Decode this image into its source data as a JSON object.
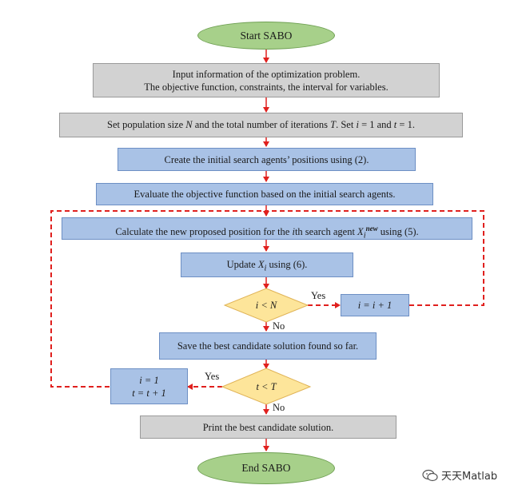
{
  "nodes": {
    "start": "Start SABO",
    "input_line1": "Input information of the optimization problem.",
    "input_line2": "The objective function, constraints, the interval for variables.",
    "set_pop_a": "Set population size ",
    "set_pop_N": "N",
    "set_pop_b": " and the total number of iterations ",
    "set_pop_T": "T",
    "set_pop_c": ". Set ",
    "set_pop_i": "i",
    "set_pop_d": " = 1 and ",
    "set_pop_t": "t",
    "set_pop_e": " = 1.",
    "create": "Create the initial search agents’ positions using (2).",
    "evaluate": "Evaluate the objective function based on the initial search agents.",
    "calc_a": "Calculate the new proposed position for the ",
    "calc_i": "i",
    "calc_b": "th search agent ",
    "calc_X": "X",
    "calc_sub": "i",
    "calc_sup": "new",
    "calc_c": " using (5).",
    "update_a": "Update ",
    "update_X": "X",
    "update_sub": "i",
    "update_b": " using (6).",
    "dec1": "i < N",
    "inc_i": "i = i + 1",
    "save": "Save the best candidate solution found so far.",
    "reset_line1": "i = 1",
    "reset_line2": "t = t + 1",
    "dec2": "t < T",
    "print": "Print the best candidate solution.",
    "end": "End SABO"
  },
  "edge_labels": {
    "yes1": "Yes",
    "no1": "No",
    "yes2": "Yes",
    "no2": "No"
  },
  "watermark": "天天Matlab",
  "colors": {
    "oval_fill": "#a7d08a",
    "gray_fill": "#d2d2d2",
    "blue_fill": "#a9c2e6",
    "diamond_fill": "#fde59a",
    "arrow_red": "#e0201e"
  }
}
